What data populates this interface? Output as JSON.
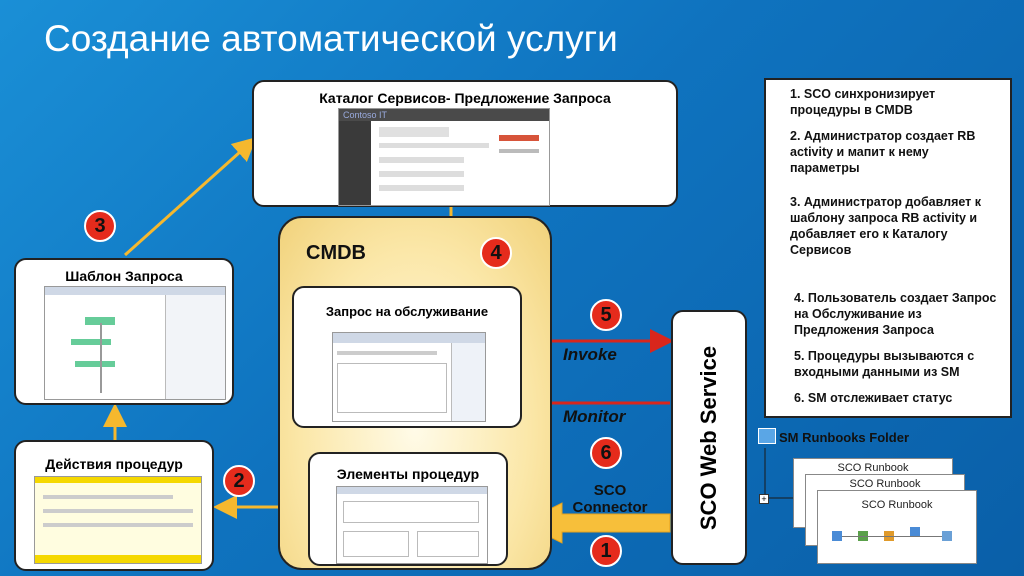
{
  "title": "Создание автоматической услуги",
  "catalog": {
    "label": "Каталог Сервисов- Предложение Запроса",
    "brand": "Contoso IT"
  },
  "template": {
    "label": "Шаблон Запроса"
  },
  "actions": {
    "label": "Действия процедур"
  },
  "cmdb": {
    "label": "CMDB",
    "request": {
      "label": "Запрос на обслуживание"
    },
    "elements": {
      "label": "Элементы процедур"
    }
  },
  "sco_ws": {
    "label": "SCO Web Service"
  },
  "flows": {
    "invoke": "Invoke",
    "monitor": "Monitor",
    "connector": "SCO\nConnector"
  },
  "badges": {
    "b1": "1",
    "b2": "2",
    "b3": "3",
    "b4": "4",
    "b5": "5",
    "b6": "6"
  },
  "folder": {
    "label": "SM Runbooks Folder"
  },
  "runbooks": [
    "SCO Runbook",
    "SCO Runbook",
    "SCO Runbook"
  ],
  "steps": [
    "1. SCO синхронизирует процедуры в CMDB",
    "2. Администратор создает RB activity и мапит к нему параметры",
    "3. Администратор добавляет к шаблону запроса RB activity и добавляет его к Каталогу Сервисов",
    "4. Пользователь создает Запрос на Обслуживание из  Предложения Запроса",
    "5. Процедуры вызываются с входными данными из SM",
    "6. SM отслеживает статус"
  ],
  "colors": {
    "accent_red": "#e52b1c",
    "arrow_yellow": "#f5b82e",
    "arrow_red": "#d9261c",
    "background": "#1283cc"
  }
}
